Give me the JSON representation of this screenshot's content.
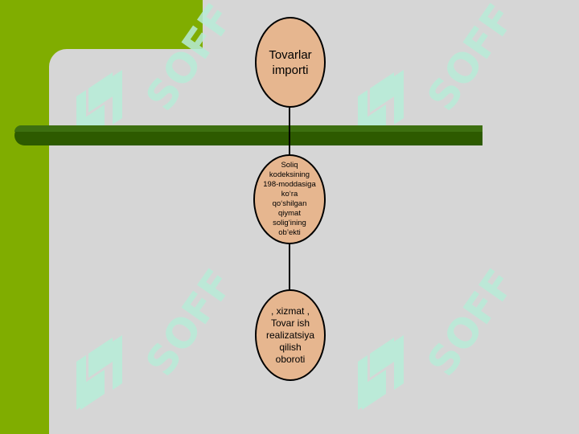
{
  "watermark": {
    "text": "SOFF"
  },
  "nodes": {
    "top": "Tovarlar\nimporti",
    "middle": "Soliq\nkodeksining\n198-moddasiga\nko‘ra\nqo‘shilgan\nqiymat\nsolig‘ining\nob’ekti",
    "bottom": ", xizmat ,\nTovar ish\nrealizatsiya\nqilish\noboroti"
  },
  "colors": {
    "accent_green": "#80ad00",
    "bar_green": "#2d5a00",
    "panel_gray": "#d6d6d6",
    "node_fill": "#e6b68f",
    "watermark": "#b8ecd8"
  }
}
